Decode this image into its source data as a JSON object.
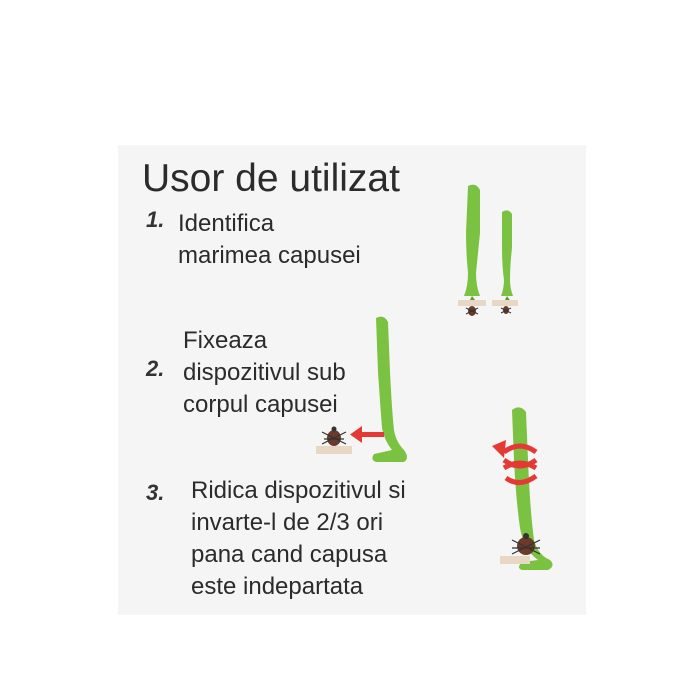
{
  "title": "Usor de utilizat",
  "steps": [
    {
      "number": "1.",
      "lines": [
        "Identifica",
        "marimea capusei"
      ]
    },
    {
      "number": "2.",
      "lines": [
        "Fixeaza",
        "dispozitivul sub",
        "corpul capusei"
      ]
    },
    {
      "number": "3.",
      "lines": [
        "Ridica dispozitivul si",
        "invarte-l de 2/3 ori",
        "pana cand capusa",
        "este indepartata"
      ]
    }
  ],
  "colors": {
    "tool_green": "#7cc242",
    "arrow_red": "#e53935",
    "tick_brown": "#6b3a2a",
    "panel_bg": "#f5f5f5"
  },
  "icons": [
    "tick-tool-large-icon",
    "tick-tool-small-icon",
    "tick-icon",
    "red-arrow-icon",
    "rotation-arrow-icon"
  ]
}
